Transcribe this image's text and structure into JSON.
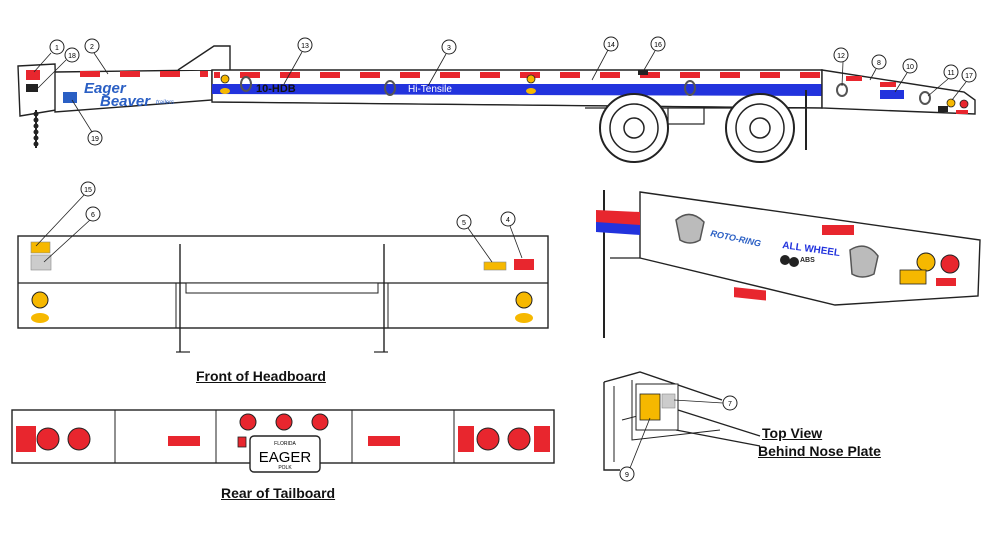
{
  "colors": {
    "reflector_red": "#e8262e",
    "stripe_blue": "#2233dd",
    "amber": "#f6b800",
    "outline": "#222222",
    "logo_blue": "#2a5fc4"
  },
  "side_view": {
    "brand_line1": "Eager",
    "brand_line2": "Beaver",
    "brand_suffix": "trailers",
    "model": "10-HDB",
    "tensile": "Hi-Tensile",
    "callouts": [
      "1",
      "18",
      "2",
      "19",
      "13",
      "3",
      "14",
      "16",
      "12",
      "8",
      "10",
      "11",
      "17"
    ]
  },
  "headboard": {
    "caption": "Front of Headboard",
    "callouts": [
      "15",
      "6",
      "5",
      "4"
    ]
  },
  "tailboard": {
    "caption": "Rear of Tailboard",
    "plate_top": "FLORIDA",
    "plate_main": "EAGER",
    "plate_bottom": "POLK"
  },
  "closeup": {
    "roto_ring": "ROTO-RING",
    "all_wheel": "ALL WHEEL",
    "abs": "ABS"
  },
  "top_view": {
    "caption_line1": "Top View",
    "caption_line2": "Behind Nose Plate",
    "callouts": [
      "7",
      "9"
    ]
  }
}
